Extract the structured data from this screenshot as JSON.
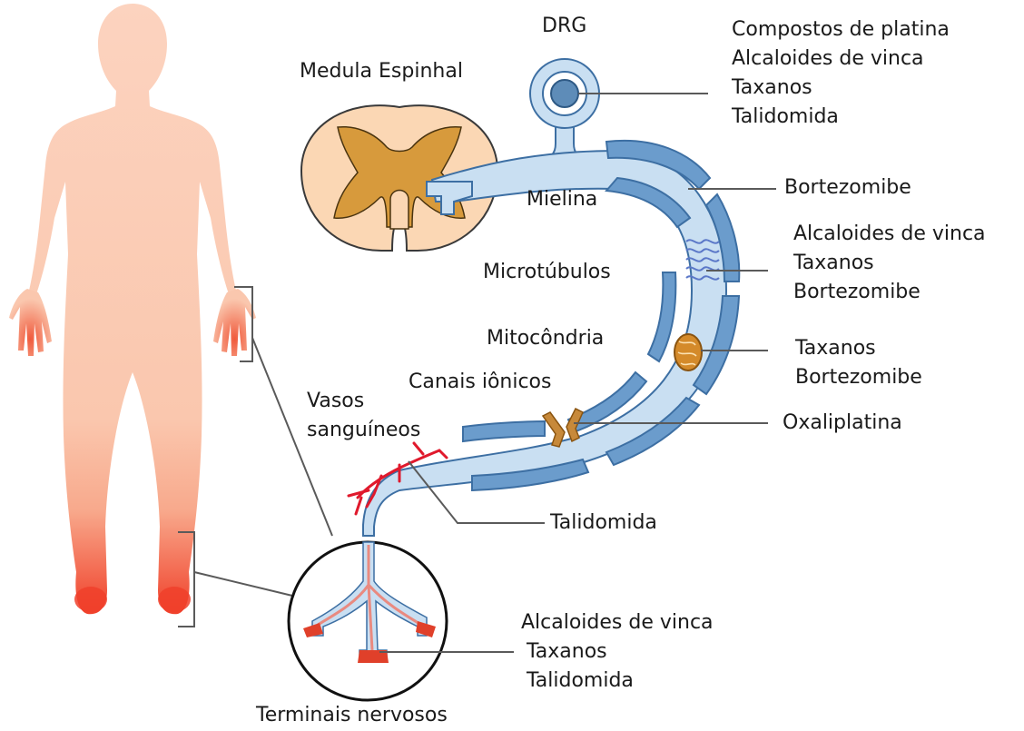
{
  "labels": {
    "drg": "DRG",
    "spinal_cord": "Medula Espinhal",
    "myelin": "Mielina",
    "microtubules": "Microtúbulos",
    "mitochondria": "Mitocôndria",
    "ion_channels": "Canais iônicos",
    "blood_vessels": [
      "Vasos",
      "sanguíneos"
    ],
    "nerve_terminals": "Terminais nervosos"
  },
  "drug_groups": {
    "drg": [
      "Compostos de platina",
      "Alcaloides de vinca",
      "Taxanos",
      "Talidomida"
    ],
    "myelin": [
      "Bortezomibe"
    ],
    "microtubules": [
      "Alcaloides de vinca",
      "Taxanos",
      "Bortezomibe"
    ],
    "mitochondria": [
      "Taxanos",
      "Bortezomibe"
    ],
    "ion_channels": [
      "Oxaliplatina"
    ],
    "blood_vessels": [
      "Talidomida"
    ],
    "nerve_terminals": [
      "Alcaloides de vinca",
      "Taxanos",
      "Talidomida"
    ]
  },
  "colors": {
    "body_skin": "#fcd3bf",
    "body_affected": "#f05a3c",
    "axon": "#c9dff2",
    "myelin": "#6b9ccc",
    "grey_matter": "#d79a3c",
    "blood_vessel": "#e0192c",
    "leader_line": "#5a5a5a"
  }
}
